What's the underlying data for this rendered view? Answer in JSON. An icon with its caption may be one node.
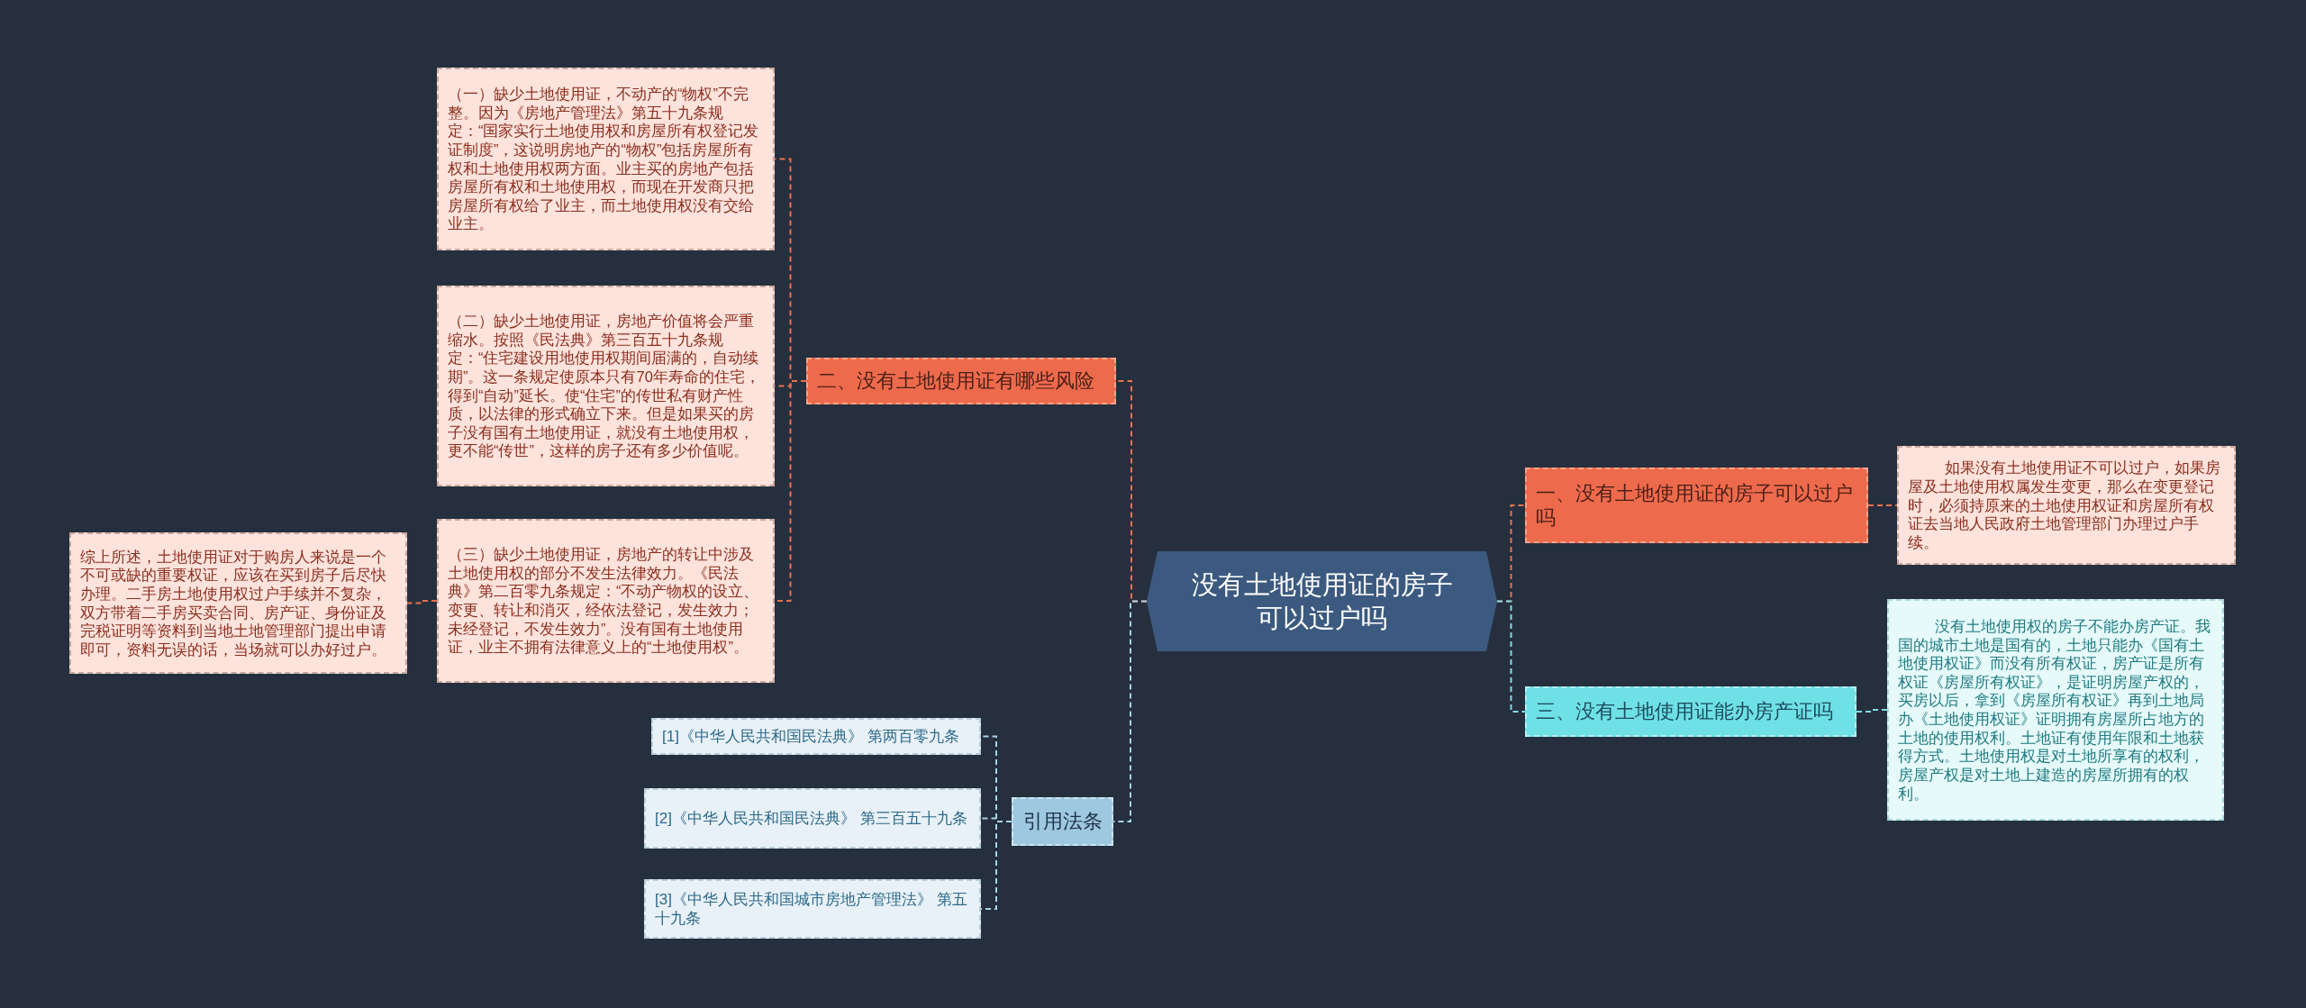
{
  "diagram": {
    "nodes": [
      {
        "text": [
          "没有土地使用证的房子可以过户吗"
        ]
      },
      {
        "text": [
          "一、没有土地使用证的房子可以过户吗"
        ]
      },
      {
        "text": [
          "如果没有土地使用证不可以过户，如果房屋及土地使用权属发生变更，那么在变更登记时，必须持原来的土地使用权证和房屋所有权证去当地人民政府土地管理部门办理过户手续。"
        ]
      },
      {
        "text": [
          "三、没有土地使用证能办房产证吗"
        ]
      },
      {
        "text": [
          "没有土地使用权的房子不能办房产证。我国的城市土地是国有的，土地只能办《国有土地使用权证》而没有所有权证，房产证是所有权证《房屋所有权证》，是证明房屋产权的，买房以后，拿到《房屋所有权证》再到土地局办《土地使用权证》证明拥有房屋所占地方的土地的使用权利。土地证有使用年限和土地获得方式。土地使用权是对土地所享有的权利，房屋产权是对土地上建造的房屋所拥有的权利。"
        ]
      },
      {
        "text": [
          "二、没有土地使用证有哪些风险"
        ]
      },
      {
        "text": [
          "（一）缺少土地使用证，不动产的“物权”不完整。因为《房地产管理法》第五十九条规定：“国家实行土地使用权和房屋所有权登记发证制度”，这说明房地产的“物权”包括房屋所有权和土地使用权两方面。业主买的房地产包括房屋所有权和土地使用权，而现在开发商只把房屋所有权给了业主，而土地使用权没有交给业主。"
        ]
      },
      {
        "text": [
          "（二）缺少土地使用证，房地产价值将会严重缩水。按照《民法典》第三百五十九条规定：“住宅建设用地使用权期间届满的，自动续期”。这一条规定使原本只有70年寿命的住宅，得到“自动”延长。使“住宅”的传世私有财产性质，以法律的形式确立下来。但是如果买的房子没有国有土地使用证，就没有土地使用权，更不能“传世”，这样的房子还有多少价值呢。"
        ]
      },
      {
        "text": [
          "（三）缺少土地使用证，房地产的转让中涉及土地使用权的部分不发生法律效力。《民法典》第二百零九条规定：“不动产物权的设立、变更、转让和消灭，经依法登记，发生效力；未经登记，不发生效力”。没有国有土地使用证，业主不拥有法律意义上的“土地使用权”。"
        ]
      },
      {
        "text": [
          "综上所述，土地使用证对于购房人来说是一个不可或缺的重要权证，应该在买到房子后尽快办理。二手房土地使用权过户手续并不复杂，双方带着二手房买卖合同、房产证、身份证及完税证明等资料到当地土地管理部门提出申请即可，资料无误的话，当场就可以办好过户。"
        ]
      },
      {
        "text": [
          "引用法条"
        ]
      },
      {
        "text": [
          "[1]《中华人民共和国民法典》 第两百零九条"
        ]
      },
      {
        "text": [
          "[2]《中华人民共和国民法典》 第三百五十九条"
        ]
      },
      {
        "text": [
          "[3]《中华人民共和国城市房地产管理法》 第五十九条"
        ]
      }
    ],
    "edges": [
      {
        "from": 0,
        "to": 1,
        "arrow": "none"
      },
      {
        "from": 1,
        "to": 2,
        "arrow": "none"
      },
      {
        "from": 0,
        "to": 3,
        "arrow": "none",
        "color": "#7fdce6"
      },
      {
        "from": 3,
        "to": 4,
        "arrow": "none",
        "color": "#7fdce6"
      },
      {
        "from": 0,
        "to": 5,
        "arrow": "none"
      },
      {
        "from": 5,
        "to": 6,
        "arrow": "none"
      },
      {
        "from": 5,
        "to": 7,
        "arrow": "none"
      },
      {
        "from": 5,
        "to": 8,
        "arrow": "none"
      },
      {
        "from": 8,
        "to": 9,
        "arrow": "none"
      },
      {
        "from": 0,
        "to": 10,
        "arrow": "none",
        "color": "#a9d2e6"
      },
      {
        "from": 10,
        "to": 11,
        "arrow": "none",
        "color": "#a9d2e6"
      },
      {
        "from": 10,
        "to": 12,
        "arrow": "none",
        "color": "#a9d2e6"
      },
      {
        "from": 10,
        "to": 13,
        "arrow": "none",
        "color": "#a9d2e6"
      }
    ]
  }
}
